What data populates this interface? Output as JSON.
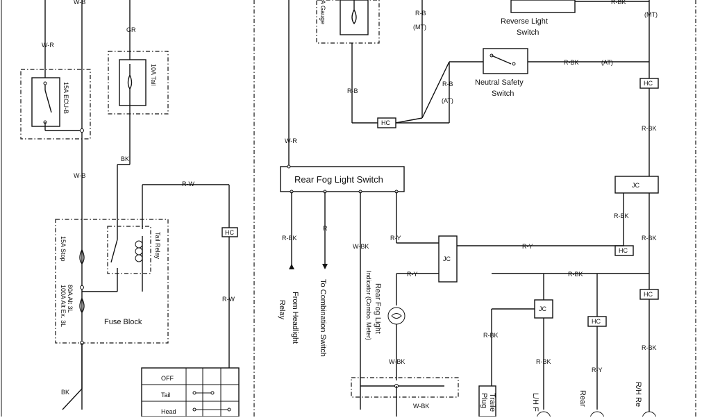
{
  "wires": {
    "w_r": "W-R",
    "w_b_top": "W-B",
    "gr": "GR",
    "w_b_mid": "W-B",
    "bk_left": "BK",
    "r_w_top": "R-W",
    "r_w_mid": "R-W",
    "bk_bottom": "BK",
    "r_b_1": "R-B",
    "mt_1": "(MT)",
    "r_b_2": "R-B",
    "r_b_3": "R-B",
    "at_1": "(AT)",
    "w_r_right": "W-R",
    "r_bk_top": "R-BK",
    "mt_2": "(MT)",
    "r_bk_ns": "R-BK",
    "at_2": "(AT)",
    "r_bk_right": "R-BK",
    "r_bk_jc": "R-BK",
    "r_bk_right2": "R-BK",
    "r_bk_out": "R-BK",
    "r_out": "R",
    "w_bk_out": "W-BK",
    "r_y_1": "R-Y",
    "r_y_2": "R-Y",
    "r_y_3": "R-Y",
    "r_bk_mid": "R-BK",
    "r_bk_jc2": "R-BK",
    "r_bk_jc3": "R-BK",
    "r_y_4": "R-Y",
    "r_bk_bottom": "R-BK",
    "w_bk_ind": "W-BK",
    "w_bk_bottom": "W-BK"
  },
  "components": {
    "fuse_ecu": "15A ECU-B",
    "fuse_tail": "10A Tail",
    "tail_relay": "Tail Relay",
    "fuse_stop": "15A Stop",
    "fuse_alt": "100A Alt Ex. 3L",
    "fuse_alt2": "80A Alt 3L",
    "fuse_block": "Fuse Block",
    "gauge": "A Gauge",
    "reverse_switch_1": "Reverse Light",
    "reverse_switch_2": "Switch",
    "neutral_switch_1": "Neutral Safety",
    "neutral_switch_2": "Switch",
    "rear_fog_switch": "Rear Fog Light Switch",
    "jc": "JC",
    "hc": "HC",
    "from_headlight_1": "From Headlight",
    "from_headlight_2": "Relay",
    "to_combination": "To Combination Switch",
    "indicator_1": "Rear Fog Light",
    "indicator_2": "Indicator (Combo. Meter)",
    "trailer_1": "Traile",
    "trailer_2": "Plug",
    "lh": "L/H F",
    "rear": "Rear",
    "rh": "R/H Re"
  },
  "switch_table": {
    "rows": [
      "OFF",
      "Tail",
      "Head"
    ]
  }
}
